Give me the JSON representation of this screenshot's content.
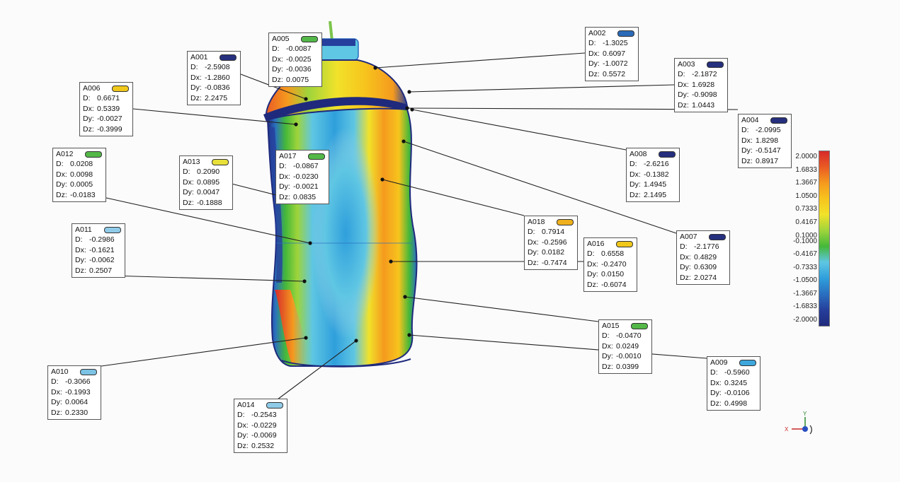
{
  "colors": {
    "background": "#fbfbfc",
    "leader_line": "#222222"
  },
  "legend": {
    "ticks": [
      "2.0000",
      "1.6833",
      "1.3667",
      "1.0500",
      "0.7333",
      "0.4167",
      "0.1000",
      "-0.1000",
      "-0.4167",
      "-0.7333",
      "-1.0500",
      "-1.3667",
      "-1.6833",
      "-2.0000"
    ],
    "gradient": [
      "#d62a2a",
      "#ea5b24",
      "#f59a1e",
      "#f7c41d",
      "#f1e22a",
      "#9ed43b",
      "#44b83a",
      "#5fc6e3",
      "#2f9fdc",
      "#2a6fc0",
      "#263f9c",
      "#1f2a7c"
    ]
  },
  "annotations": [
    {
      "id": "A001",
      "swatch": "#26307e",
      "D": "-2.5908",
      "Dx": "-1.2860",
      "Dy": "-0.0836",
      "Dz": "2.2475"
    },
    {
      "id": "A002",
      "swatch": "#2c6bb8",
      "D": "-1.3025",
      "Dx": "0.6097",
      "Dy": "-1.0072",
      "Dz": "0.5572"
    },
    {
      "id": "A003",
      "swatch": "#26307e",
      "D": "-2.1872",
      "Dx": "1.6928",
      "Dy": "-0.9098",
      "Dz": "1.0443"
    },
    {
      "id": "A004",
      "swatch": "#26307e",
      "D": "-2.0995",
      "Dx": "1.8298",
      "Dy": "-0.5147",
      "Dz": "0.8917"
    },
    {
      "id": "A005",
      "swatch": "#54b848",
      "D": "-0.0087",
      "Dx": "-0.0025",
      "Dy": "-0.0036",
      "Dz": "0.0075"
    },
    {
      "id": "A006",
      "swatch": "#f0c81c",
      "D": "0.6671",
      "Dx": "0.5339",
      "Dy": "-0.0027",
      "Dz": "-0.3999"
    },
    {
      "id": "A007",
      "swatch": "#26307e",
      "D": "-2.1776",
      "Dx": "0.4829",
      "Dy": "0.6309",
      "Dz": "2.0274"
    },
    {
      "id": "A008",
      "swatch": "#26307e",
      "D": "-2.6216",
      "Dx": "-0.1382",
      "Dy": "1.4945",
      "Dz": "2.1495"
    },
    {
      "id": "A009",
      "swatch": "#3ea8dd",
      "D": "-0.5960",
      "Dx": "0.3245",
      "Dy": "-0.0106",
      "Dz": "0.4998"
    },
    {
      "id": "A010",
      "swatch": "#7cc2e4",
      "D": "-0.3066",
      "Dx": "-0.1993",
      "Dy": "0.0064",
      "Dz": "0.2330"
    },
    {
      "id": "A011",
      "swatch": "#8fcbe8",
      "D": "-0.2986",
      "Dx": "-0.1621",
      "Dy": "-0.0062",
      "Dz": "0.2507"
    },
    {
      "id": "A012",
      "swatch": "#54b848",
      "D": "0.0208",
      "Dx": "0.0098",
      "Dy": "0.0005",
      "Dz": "-0.0183"
    },
    {
      "id": "A013",
      "swatch": "#e8e03a",
      "D": "0.2090",
      "Dx": "0.0895",
      "Dy": "0.0047",
      "Dz": "-0.1888"
    },
    {
      "id": "A014",
      "swatch": "#8fcbe8",
      "D": "-0.2543",
      "Dx": "-0.0229",
      "Dy": "-0.0069",
      "Dz": "0.2532"
    },
    {
      "id": "A015",
      "swatch": "#54b848",
      "D": "-0.0470",
      "Dx": "0.0249",
      "Dy": "-0.0010",
      "Dz": "0.0399"
    },
    {
      "id": "A016",
      "swatch": "#f0c81c",
      "D": "0.6558",
      "Dx": "-0.2470",
      "Dy": "0.0150",
      "Dz": "-0.6074"
    },
    {
      "id": "A017",
      "swatch": "#54b848",
      "D": "-0.0867",
      "Dx": "-0.0230",
      "Dy": "-0.0021",
      "Dz": "0.0835"
    },
    {
      "id": "A018",
      "swatch": "#f0b21c",
      "D": "0.7914",
      "Dx": "-0.2596",
      "Dy": "0.0182",
      "Dz": "-0.7474"
    }
  ],
  "field_labels": {
    "D": "D:",
    "Dx": "Dx:",
    "Dy": "Dy:",
    "Dz": "Dz:"
  },
  "axis_triad": {
    "x_label": "X",
    "y_label": "Y"
  }
}
